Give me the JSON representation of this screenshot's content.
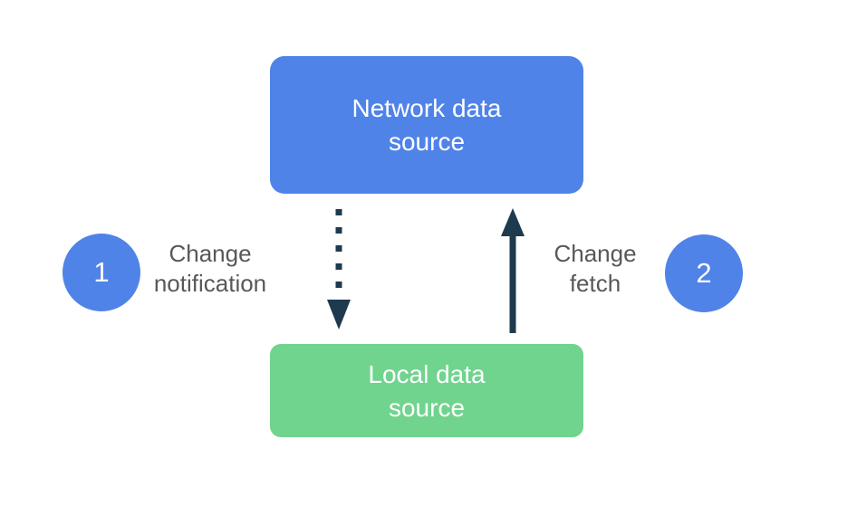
{
  "diagram": {
    "background_color": "#ffffff",
    "nodes": {
      "network": {
        "lines": [
          "Network data",
          "source"
        ],
        "color": "#4f83e8",
        "text_color": "#ffffff"
      },
      "local": {
        "lines": [
          "Local data",
          "source"
        ],
        "color": "#70d48e",
        "text_color": "#ffffff"
      }
    },
    "arrows": {
      "color": "#1e3a4f"
    },
    "steps": {
      "one": {
        "number": "1",
        "lines": [
          "Change",
          "notification"
        ],
        "badge_color": "#4f83e8"
      },
      "two": {
        "number": "2",
        "lines": [
          "Change",
          "fetch"
        ],
        "badge_color": "#4f83e8"
      }
    },
    "label_color": "#58585a"
  }
}
